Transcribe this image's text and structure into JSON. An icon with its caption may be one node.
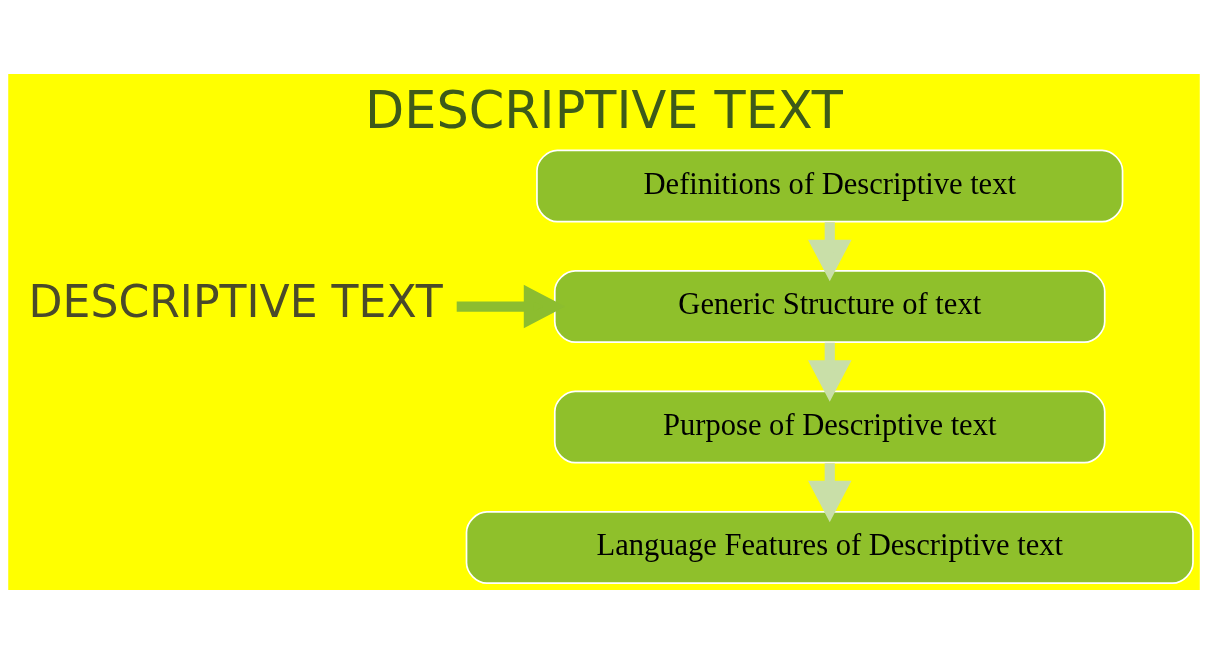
{
  "diagram": {
    "title": "DESCRIPTIVE TEXT",
    "nodes": [
      {
        "text": [
          "DESCRIPTIVE TEXT"
        ]
      },
      {
        "text": [
          "Definitions of Descriptive text"
        ]
      },
      {
        "text": [
          "Generic Structure of text"
        ]
      },
      {
        "text": [
          "Purpose of Descriptive text"
        ]
      },
      {
        "text": [
          "Language Features of Descriptive text"
        ]
      }
    ],
    "edges": [
      {
        "from": 0,
        "to": 2,
        "arrow": "to",
        "color": "#8cbd2f"
      },
      {
        "from": 1,
        "to": 2,
        "arrow": "to"
      },
      {
        "from": 2,
        "to": 3,
        "arrow": "to"
      },
      {
        "from": 3,
        "to": 4,
        "arrow": "to"
      }
    ]
  }
}
